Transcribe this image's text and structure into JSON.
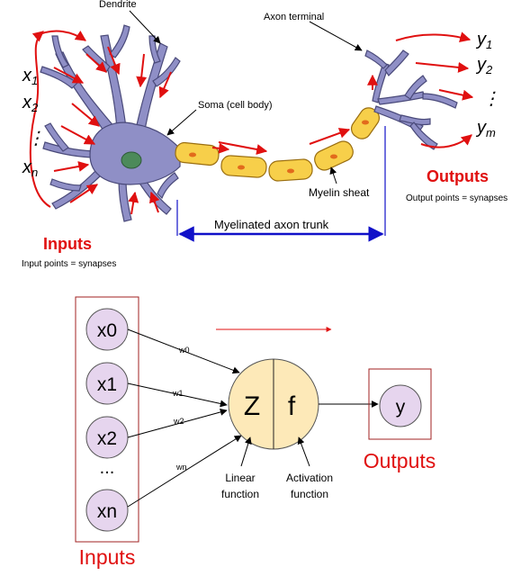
{
  "neuron": {
    "dendrite_label": "Dendrite",
    "axon_terminal_label": "Axon terminal",
    "soma_label": "Soma (cell body)",
    "myelin_label": "Myelin sheat",
    "trunk_label": "Myelinated axon trunk",
    "inputs": {
      "x1": "x",
      "x1_sub": "1",
      "x2": "x",
      "x2_sub": "2",
      "xn": "x",
      "xn_sub": "n",
      "dots": "⋮"
    },
    "outputs": {
      "y1": "y",
      "y1_sub": "1",
      "y2": "y",
      "y2_sub": "2",
      "ym": "y",
      "ym_sub": "m",
      "dots": "⋮"
    },
    "inputs_title": "Inputs",
    "inputs_note": "Input points = synapses",
    "outputs_title": "Outputs",
    "outputs_note": "Output points = synapses"
  },
  "perceptron": {
    "input_nodes": [
      "x0",
      "x1",
      "x2",
      "xn"
    ],
    "ellipsis": "...",
    "weights": [
      "w0",
      "w1",
      "w2",
      "wn"
    ],
    "z_symbol": "Z",
    "f_symbol": "f",
    "output_node": "y",
    "linear_line1": "Linear",
    "linear_line2": "function",
    "activation_line1": "Activation",
    "activation_line2": "function",
    "inputs_title": "Inputs",
    "outputs_title": "Outputs"
  },
  "colors": {
    "cell": "#8f8fc6",
    "cell_stroke": "#4a4a7a",
    "nucleus": "#4c8a5a",
    "myelin": "#f7cf4a",
    "myelin_stroke": "#9a6e10",
    "red": "#e01010",
    "blue": "#1010c8",
    "node_fill": "#e6d5ee",
    "unit_fill": "#fde9b8"
  }
}
